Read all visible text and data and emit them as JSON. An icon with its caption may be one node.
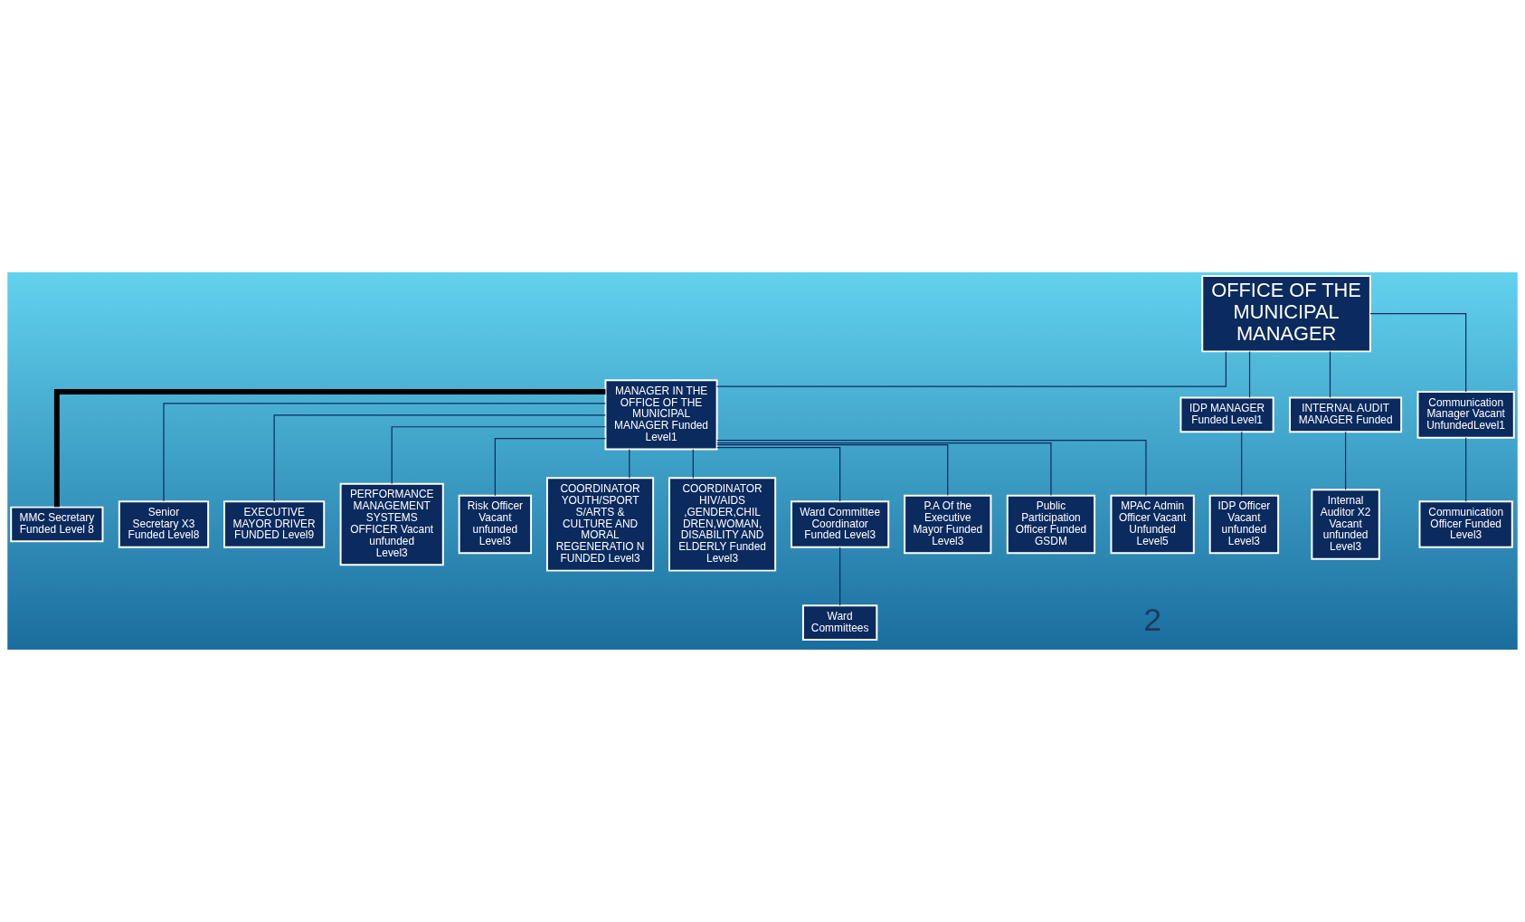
{
  "diagram": {
    "nodes": [
      {
        "text": [
          "OFFICE OF THE MUNICIPAL MANAGER"
        ]
      },
      {
        "text": [
          "MANAGER IN THE OFFICE OF THE MUNICIPAL MANAGER Funded Level1"
        ]
      },
      {
        "text": [
          "IDP MANAGER Funded Level1"
        ]
      },
      {
        "text": [
          "INTERNAL AUDIT MANAGER Funded"
        ]
      },
      {
        "text": [
          "Communication Manager Vacant UnfundedLevel1"
        ]
      },
      {
        "text": [
          "MMC Secretary Funded Level 8"
        ]
      },
      {
        "text": [
          "Senior Secretary X3 Funded Level8"
        ]
      },
      {
        "text": [
          "EXECUTIVE MAYOR DRIVER FUNDED Level9"
        ]
      },
      {
        "text": [
          "IDP Officer Vacant unfunded Level3"
        ]
      },
      {
        "text": [
          "Internal Auditor X2 Vacant unfunded Level3"
        ]
      },
      {
        "text": [
          "Communication Officer Funded Level3"
        ]
      },
      {
        "text": [
          "PERFORMANCE MANAGEMENT SYSTEMS OFFICER Vacant unfunded Level3"
        ]
      },
      {
        "text": [
          "Risk Officer Vacant unfunded Level3"
        ]
      },
      {
        "text": [
          "COORDINATOR YOUTH/SPORT S/ARTS & CULTURE AND MORAL REGENERATIO N FUNDED Level3"
        ]
      },
      {
        "text": [
          "COORDINATOR HIV/AIDS ,GENDER,CHIL DREN,WOMAN, DISABILITY AND ELDERLY Funded Level3"
        ]
      },
      {
        "text": [
          "Ward Committee Coordinator Funded Level3"
        ]
      },
      {
        "text": [
          "Ward Committees"
        ]
      },
      {
        "text": [
          "P.A Of the Executive Mayor Funded Level3"
        ]
      },
      {
        "text": [
          "Public Participation Officer Funded GSDM"
        ]
      },
      {
        "text": [
          "MPAC Admin Officer Vacant Unfunded Level5"
        ]
      }
    ],
    "edges": [
      {
        "from": 0,
        "to": 1,
        "arrow": "none"
      },
      {
        "from": 0,
        "to": 2,
        "arrow": "none"
      },
      {
        "from": 0,
        "to": 3,
        "arrow": "none"
      },
      {
        "from": 0,
        "to": 4,
        "arrow": "none"
      },
      {
        "from": 1,
        "to": 5,
        "arrow": "none",
        "style": "thick",
        "color": "#000000"
      },
      {
        "from": 1,
        "to": 6,
        "arrow": "none"
      },
      {
        "from": 1,
        "to": 7,
        "arrow": "none"
      },
      {
        "from": 2,
        "to": 8,
        "arrow": "none"
      },
      {
        "from": 3,
        "to": 9,
        "arrow": "none"
      },
      {
        "from": 4,
        "to": 10,
        "arrow": "none"
      },
      {
        "from": 1,
        "to": 11,
        "arrow": "none"
      },
      {
        "from": 1,
        "to": 12,
        "arrow": "none"
      },
      {
        "from": 1,
        "to": 13,
        "arrow": "none"
      },
      {
        "from": 1,
        "to": 14,
        "arrow": "none"
      },
      {
        "from": 1,
        "to": 15,
        "arrow": "none"
      },
      {
        "from": 15,
        "to": 16,
        "arrow": "none"
      },
      {
        "from": 1,
        "to": 17,
        "arrow": "none"
      },
      {
        "from": 1,
        "to": 18,
        "arrow": "none"
      },
      {
        "from": 1,
        "to": 19,
        "arrow": "none"
      }
    ],
    "labels": [
      "2"
    ]
  }
}
